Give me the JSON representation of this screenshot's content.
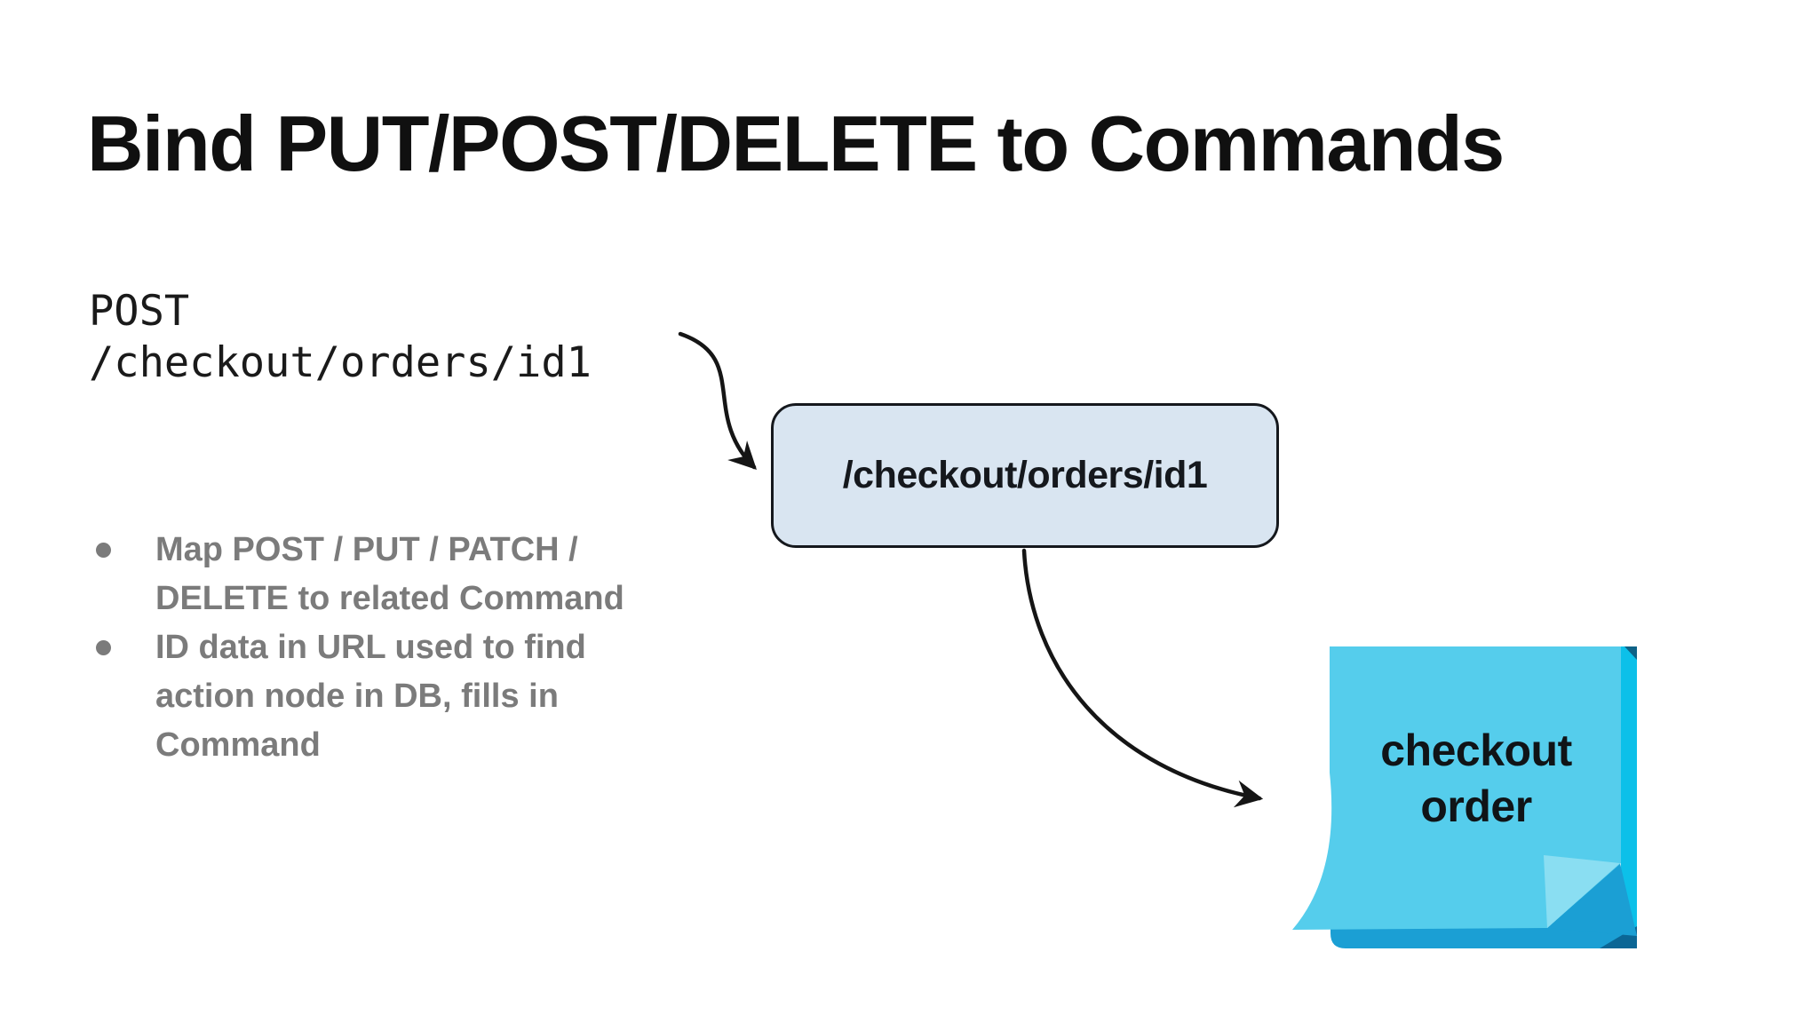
{
  "slide": {
    "title": "Bind PUT/POST/DELETE to Commands",
    "request": {
      "method": "POST",
      "path": "/checkout/orders/id1"
    },
    "bullets": [
      "Map POST / PUT / PATCH / DELETE to related Command",
      "ID data in URL used to find action node in DB, fills in Command"
    ],
    "node_box": {
      "label": "/checkout/orders/id1"
    },
    "sticky_note": {
      "line1": "checkout",
      "line2": "order"
    },
    "colors": {
      "title_text": "#101010",
      "bullet_text": "#7b7b7b",
      "request_text": "#1a1a1a",
      "box_fill": "#d9e5f1",
      "box_border": "#15181d",
      "arrow": "#151515",
      "note_body": "#55cdec",
      "note_right_edge": "#0cc0e9",
      "note_pad": "#1b9fd4",
      "note_fold_light": "#8adef2",
      "note_bevel_dark": "#0b6695",
      "note_text": "#101417"
    }
  }
}
